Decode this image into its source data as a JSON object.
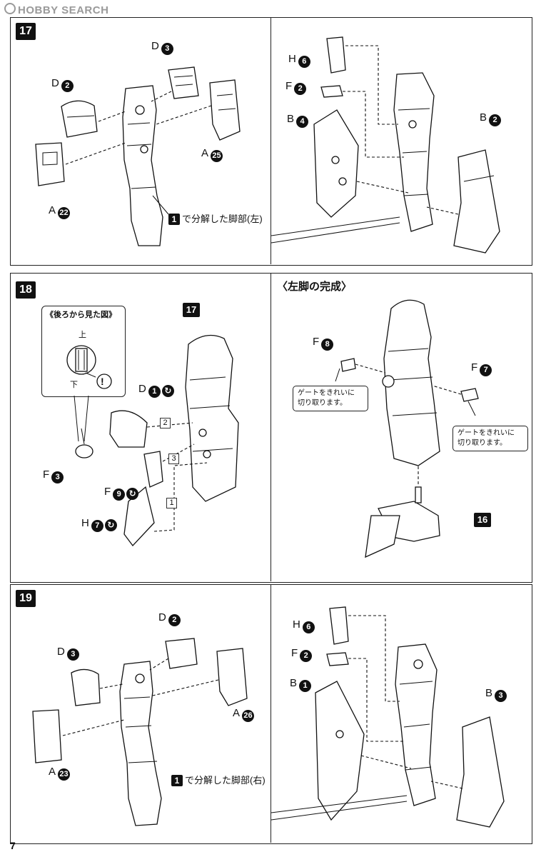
{
  "watermark": "HOBBY SEARCH",
  "page_number": "7",
  "step17": {
    "number": "17",
    "left_labels": {
      "d3": {
        "letter": "D",
        "num": "3"
      },
      "d2": {
        "letter": "D",
        "num": "2"
      },
      "a25": {
        "letter": "A",
        "num": "25"
      },
      "a22": {
        "letter": "A",
        "num": "22"
      },
      "ref_num": "1",
      "ref_text": "で分解した脚部(左)"
    },
    "right_labels": {
      "h6": {
        "letter": "H",
        "num": "6"
      },
      "f2": {
        "letter": "F",
        "num": "2"
      },
      "b4": {
        "letter": "B",
        "num": "4"
      },
      "b2": {
        "letter": "B",
        "num": "2"
      }
    }
  },
  "step18": {
    "number": "18",
    "callout_title": "《後ろから見た図》",
    "callout_up": "上",
    "callout_down": "下",
    "callout_warning": "!",
    "ref_step": "17",
    "d1": {
      "letter": "D",
      "num": "1",
      "rot": "↻"
    },
    "f3": {
      "letter": "F",
      "num": "3"
    },
    "f9": {
      "letter": "F",
      "num": "9",
      "rot": "↻"
    },
    "h7": {
      "letter": "H",
      "num": "7",
      "rot": "↻"
    },
    "order": [
      "2",
      "3",
      "1"
    ],
    "complete_title": "〈左脚の完成〉",
    "f8": {
      "letter": "F",
      "num": "8"
    },
    "f7": {
      "letter": "F",
      "num": "7"
    },
    "note1": "ゲートをきれいに 切り取ります。",
    "note2": "ゲートをきれいに 切り取ります。",
    "ref_step16": "16"
  },
  "step19": {
    "number": "19",
    "left_labels": {
      "d2": {
        "letter": "D",
        "num": "2"
      },
      "d3": {
        "letter": "D",
        "num": "3"
      },
      "a26": {
        "letter": "A",
        "num": "26"
      },
      "a23": {
        "letter": "A",
        "num": "23"
      },
      "ref_num": "1",
      "ref_text": "で分解した脚部(右)"
    },
    "right_labels": {
      "h6": {
        "letter": "H",
        "num": "6"
      },
      "f2": {
        "letter": "F",
        "num": "2"
      },
      "b1": {
        "letter": "B",
        "num": "1"
      },
      "b3": {
        "letter": "B",
        "num": "3"
      }
    }
  }
}
